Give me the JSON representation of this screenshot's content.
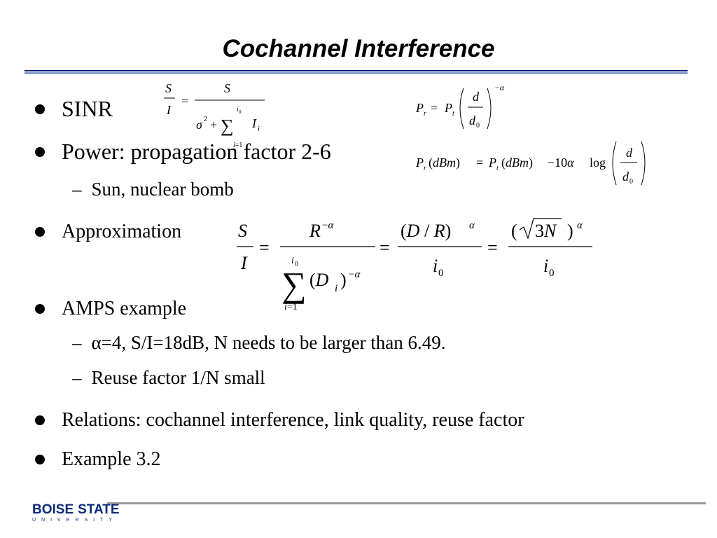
{
  "title": "Cochannel Interference",
  "bullets": {
    "sinr": "SINR",
    "power": "Power: propagation factor 2-6",
    "power_sub": "Sun, nuclear bomb",
    "approx": "Approximation",
    "amps": "AMPS example",
    "amps_sub1": "α=4, S/I=18dB, N needs to be larger than 6.49.",
    "amps_sub2": "Reuse factor 1/N small",
    "relations": "Relations: cochannel interference, link quality, reuse factor",
    "example": "Example 3.2"
  },
  "sub_marker": "–",
  "logo": {
    "left": "BOISE",
    "right": "STATE",
    "bottom": "UNIVERSITY"
  },
  "colors": {
    "title_rule": "#0b1f7a",
    "title_rule_light": "#8a9fd0",
    "footer_rule": "#9a9a9a",
    "logo_blue": "#0a2a78",
    "logo_orange": "#f07020"
  }
}
